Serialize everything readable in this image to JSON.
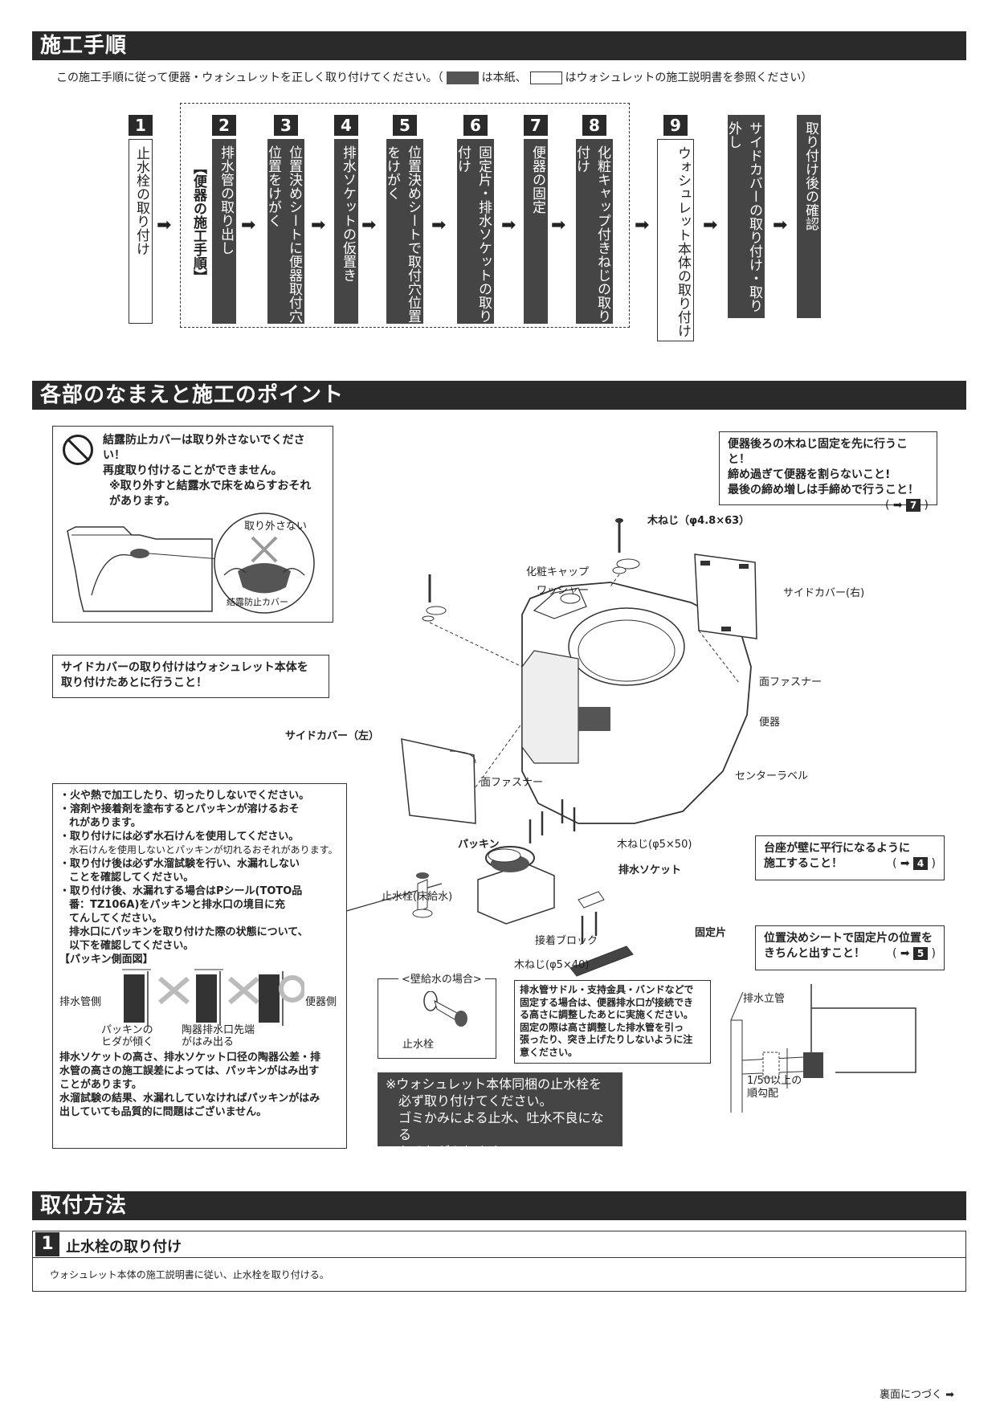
{
  "sections": {
    "procedure_title": "施工手順",
    "parts_title": "各部のなまえと施工のポイント",
    "install_title": "取付方法"
  },
  "intro": {
    "part1": "この施工手順に従って便器・ウォシュレットを正しく取り付けてください。（",
    "part2": "は本紙、",
    "part3": "はウォシュレットの施工説明書を参照ください）"
  },
  "group_label": "【便器の施工手順】",
  "steps": [
    {
      "num": "1",
      "label": "止水栓の取り付け"
    },
    {
      "num": "2",
      "label": "排水管の取り出し"
    },
    {
      "num": "3",
      "label": "位置決めシートに便器取付穴位置をけがく"
    },
    {
      "num": "4",
      "label": "排水ソケットの仮置き"
    },
    {
      "num": "5",
      "label": "位置決めシートで取付穴位置をけがく"
    },
    {
      "num": "6",
      "label": "固定片・排水ソケットの取り付け"
    },
    {
      "num": "7",
      "label": "便器の固定"
    },
    {
      "num": "8",
      "label": "化粧キャップ付きねじの取り付け"
    },
    {
      "num": "9",
      "label": "ウォシュレット本体の取り付け"
    },
    {
      "num": "",
      "label": "サイドカバーの取り付け・取り外し"
    },
    {
      "num": "",
      "label": "取り付け後の確認"
    }
  ],
  "notes": {
    "condensation": {
      "line1": "結露防止カバーは取り外さないでください！",
      "line2": "再度取り付けることができません。",
      "line3": "※取り外すと結露水で床をぬらすおそれがあります。",
      "bubble": "取り外さない",
      "cover_label": "結露防止カバー"
    },
    "wood_screw": {
      "line1": "便器後ろの木ねじ固定を先に行うこと！",
      "line2": "締め過ぎて便器を割らないこと!",
      "line3": "最後の締め増しは手締めで行うこと！",
      "ref": "7"
    },
    "side_cover": {
      "line1": "サイドカバーの取り付けはウォシュレット本体を",
      "line2": "取り付けたあとに行うこと！"
    },
    "base": {
      "line1": "台座が壁に平行になるように",
      "line2": "施工すること！",
      "ref": "4"
    },
    "fixing": {
      "line1": "位置決めシートで固定片の位置を",
      "line2": "きちんと出すこと！",
      "ref": "5"
    },
    "packing": {
      "l1": "・火や熱で加工したり、切ったりしないでください。",
      "l2": "・溶剤や接着剤を塗布するとパッキンが溶けるおそ",
      "l3": "れがあります。",
      "l4": "・取り付けには必ず水石けんを使用してください。",
      "l5": "水石けんを使用しないとパッキンが切れるおそれがあります。",
      "l6": "・取り付け後は必ず水溜試験を行い、水漏れしない",
      "l7": "ことを確認してください。",
      "l8": "・取り付け後、水漏れする場合はPシール(TOTO品",
      "l9": "番：TZ106A)をパッキンと排水口の境目に充",
      "l10": "てんしてください。",
      "l11": "排水口にパッキンを取り付けた際の状態について、",
      "l12": "以下を確認してください。",
      "l13": "【パッキン側面図】",
      "pipe_side": "排水管側",
      "toilet_side": "便器側",
      "c1a": "パッキンの",
      "c1b": "ヒダが傾く",
      "c2a": "陶器排水口先端",
      "c2b": "がはみ出る",
      "b1": "排水ソケットの高さ、排水ソケット口径の陶器公差・排",
      "b2": "水管の高さの施工誤差によっては、パッキンがはみ出す",
      "b3": "ことがあります。",
      "b4": "水溜試験の結果、水漏れしていなければパッキンがはみ",
      "b5": "出していても品質的に問題はございません。"
    },
    "pipe_saddle": {
      "l1": "排水管サドル・支持金具・バンドなどで",
      "l2": "固定する場合は、便器排水口が接続でき",
      "l3": "る高さに調整したあとに実施ください。",
      "l4": "固定の際は高さ調整した排水管を引っ",
      "l5": "張ったり、突き上げたりしないように注",
      "l6": "意ください。"
    },
    "stop_valve": {
      "l1": "※ウォシュレット本体同梱の止水栓を",
      "l2": "必ず取り付けてください。",
      "l3": "ゴミかみによる止水、吐水不良になる",
      "l4": "おそれがあります。"
    }
  },
  "parts": {
    "wood_screw_top": "木ねじ（φ4.8×63）",
    "cosmetic_cap": "化粧キャップ",
    "washer": "ワッシャー",
    "side_cover_right": "サイドカバー(右)",
    "face_fastener1": "面ファスナー",
    "toilet": "便器",
    "side_cover_left": "サイドカバー（左）",
    "face_fastener2": "面ファスナー",
    "center_label": "センターラベル",
    "packing": "パッキン",
    "wood_screw_50": "木ねじ(φ5×50)",
    "drain_socket": "排水ソケット",
    "stop_valve_floor": "止水栓(床給水)",
    "adhesive_block": "接着ブロック",
    "wood_screw_40": "木ねじ(φ5×40)",
    "fixing_piece": "固定片",
    "wall_supply": "<壁給水の場合>",
    "stop_valve": "止水栓",
    "drain_riser": "排水立管",
    "slope_a": "1/50以上の",
    "slope_b": "順勾配"
  },
  "install_step1": {
    "num": "1",
    "title": "止水栓の取り付け",
    "text": "ウォシュレット本体の施工説明書に従い、止水栓を取り付ける。"
  },
  "footer": "裏面につづく",
  "colors": {
    "dark": "#2a2a2a",
    "step_dark": "#454545"
  }
}
